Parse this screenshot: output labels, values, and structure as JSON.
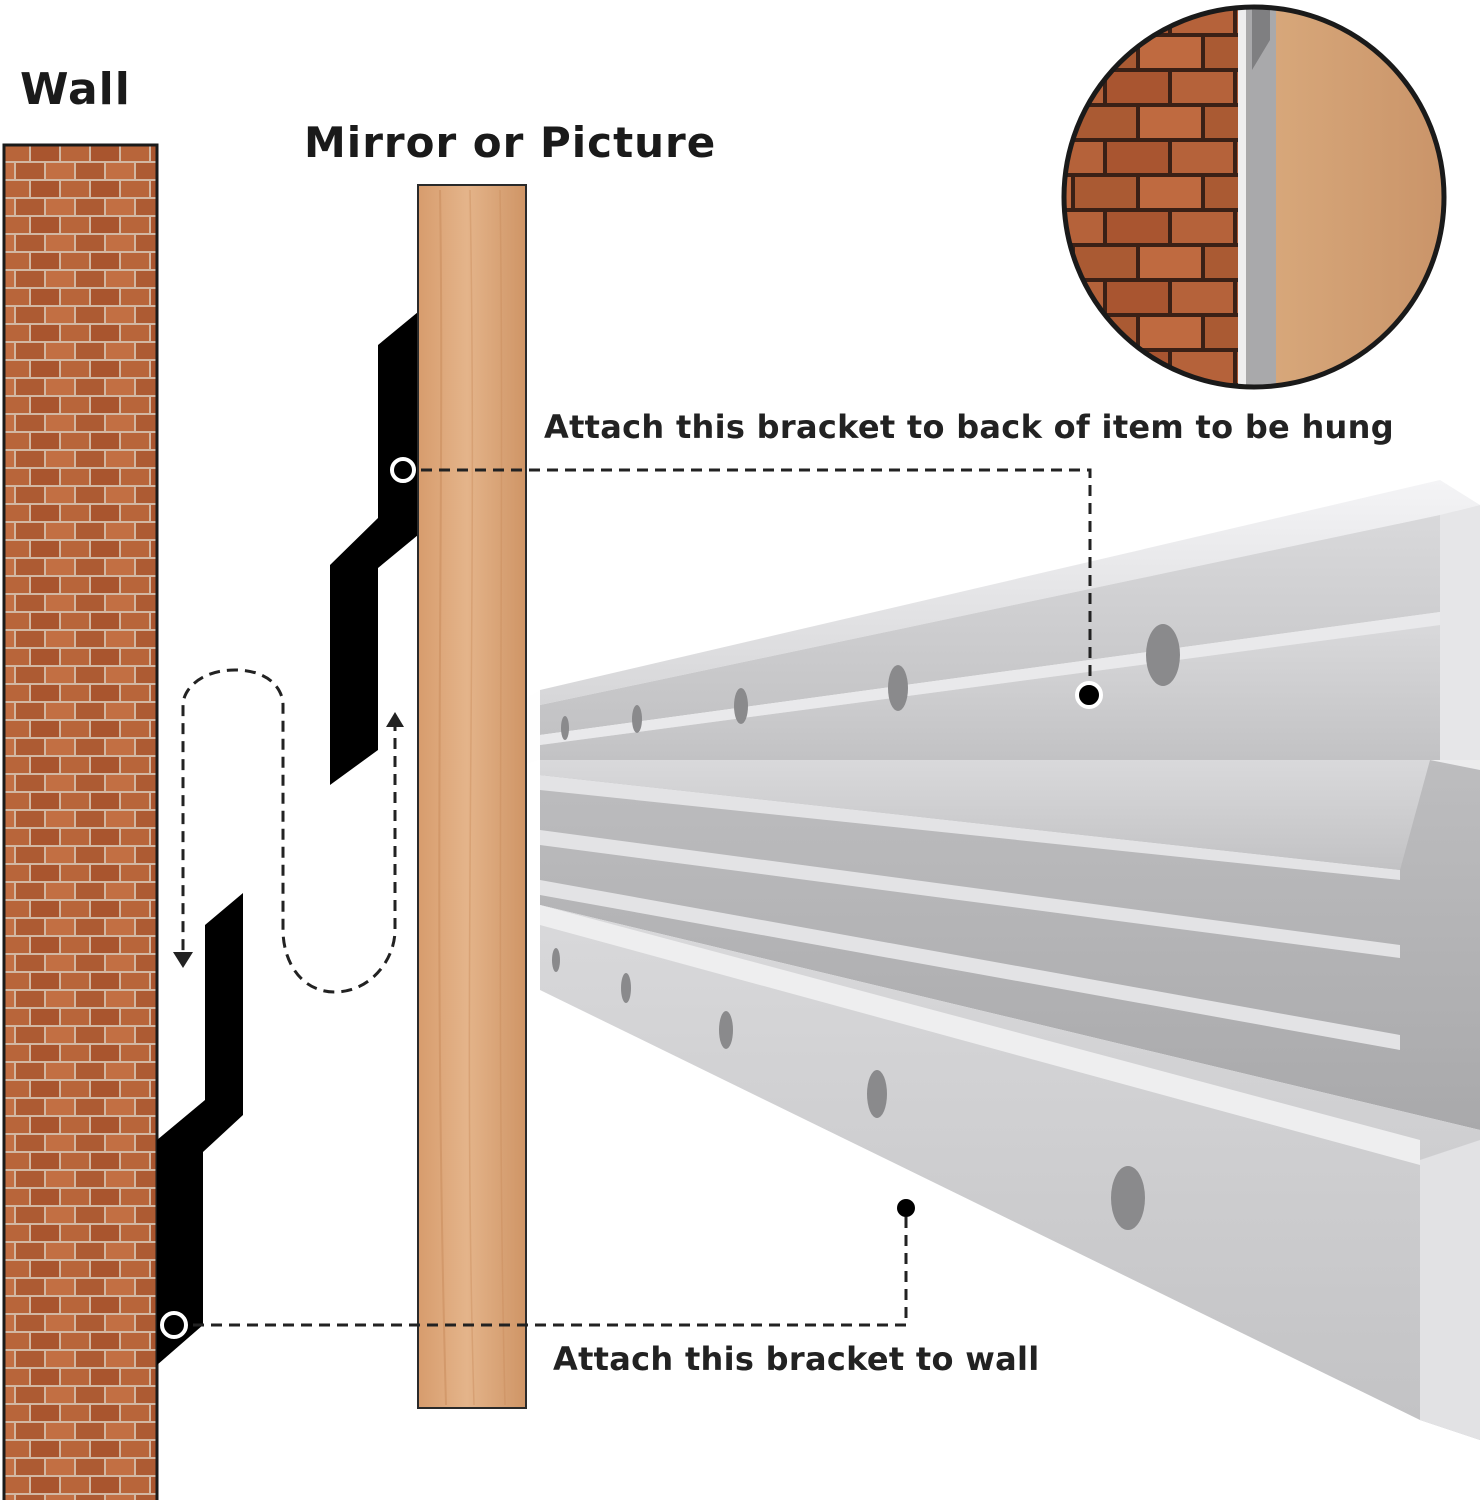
{
  "labels": {
    "wall": "Wall",
    "mirror": "Mirror or Picture",
    "top_bracket": "Attach this bracket to back of item to be hung",
    "bottom_bracket": "Attach this bracket to wall"
  },
  "colors": {
    "brick": "#b8653a",
    "mortar": "#d9c2b0",
    "wood": "#dca77b",
    "aluminum": "#cfcfd1",
    "bracket_profile": "#000000"
  },
  "icons": [
    "brick-wall",
    "wood-panel",
    "z-clip-profile",
    "aluminum-rail",
    "zoom-inset-circle"
  ]
}
